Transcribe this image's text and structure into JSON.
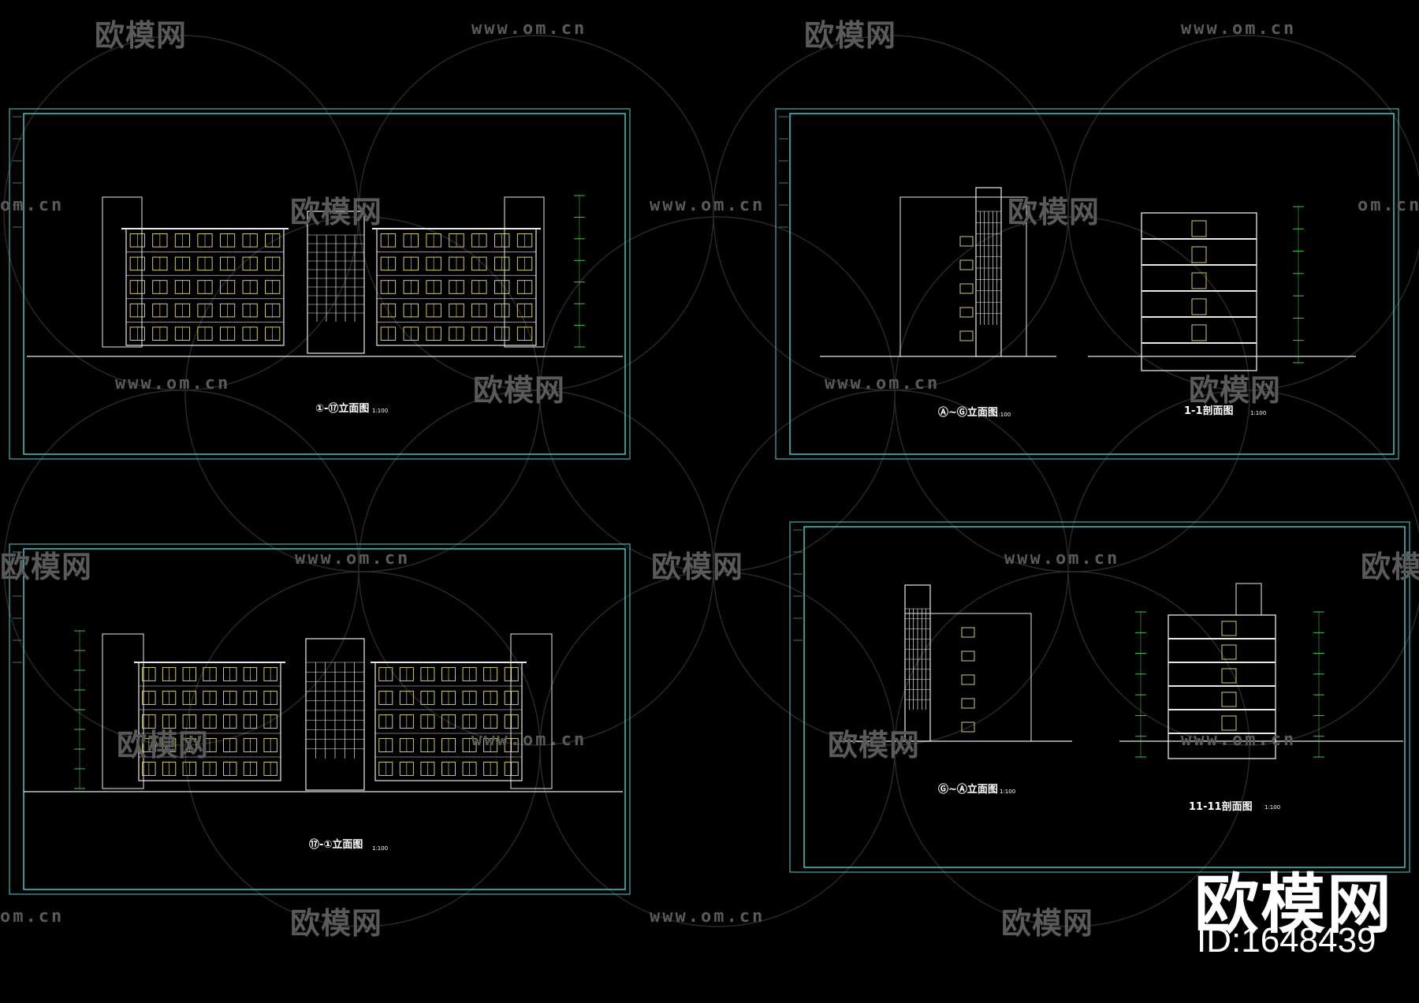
{
  "watermark": {
    "brand": "欧模网",
    "url": "www.om.cn",
    "url_fragment": "om.cn",
    "brand_fragment": "欧模网"
  },
  "logo": {
    "brand": "欧模网",
    "id": "ID:1648439"
  },
  "sheets": [
    {
      "title": "①-⑰立面图",
      "scale": "1:100"
    },
    {
      "title": "Ⓐ~Ⓖ立面图",
      "scale": "1:100"
    },
    {
      "title": "1-1剖面图",
      "scale": "1:100"
    },
    {
      "title": "⑰-①立面图",
      "scale": "1:100"
    },
    {
      "title": "Ⓖ~Ⓐ立面图",
      "scale": "1:100"
    },
    {
      "title": "11-11剖面图",
      "scale": "1:100"
    }
  ],
  "colors": {
    "background": "#000000",
    "frame": "#4fd0d0",
    "line": "#e8e8e8",
    "window": "#e6e07a",
    "annotation": "#4cd64c",
    "watermark": "#5a5a5a"
  }
}
